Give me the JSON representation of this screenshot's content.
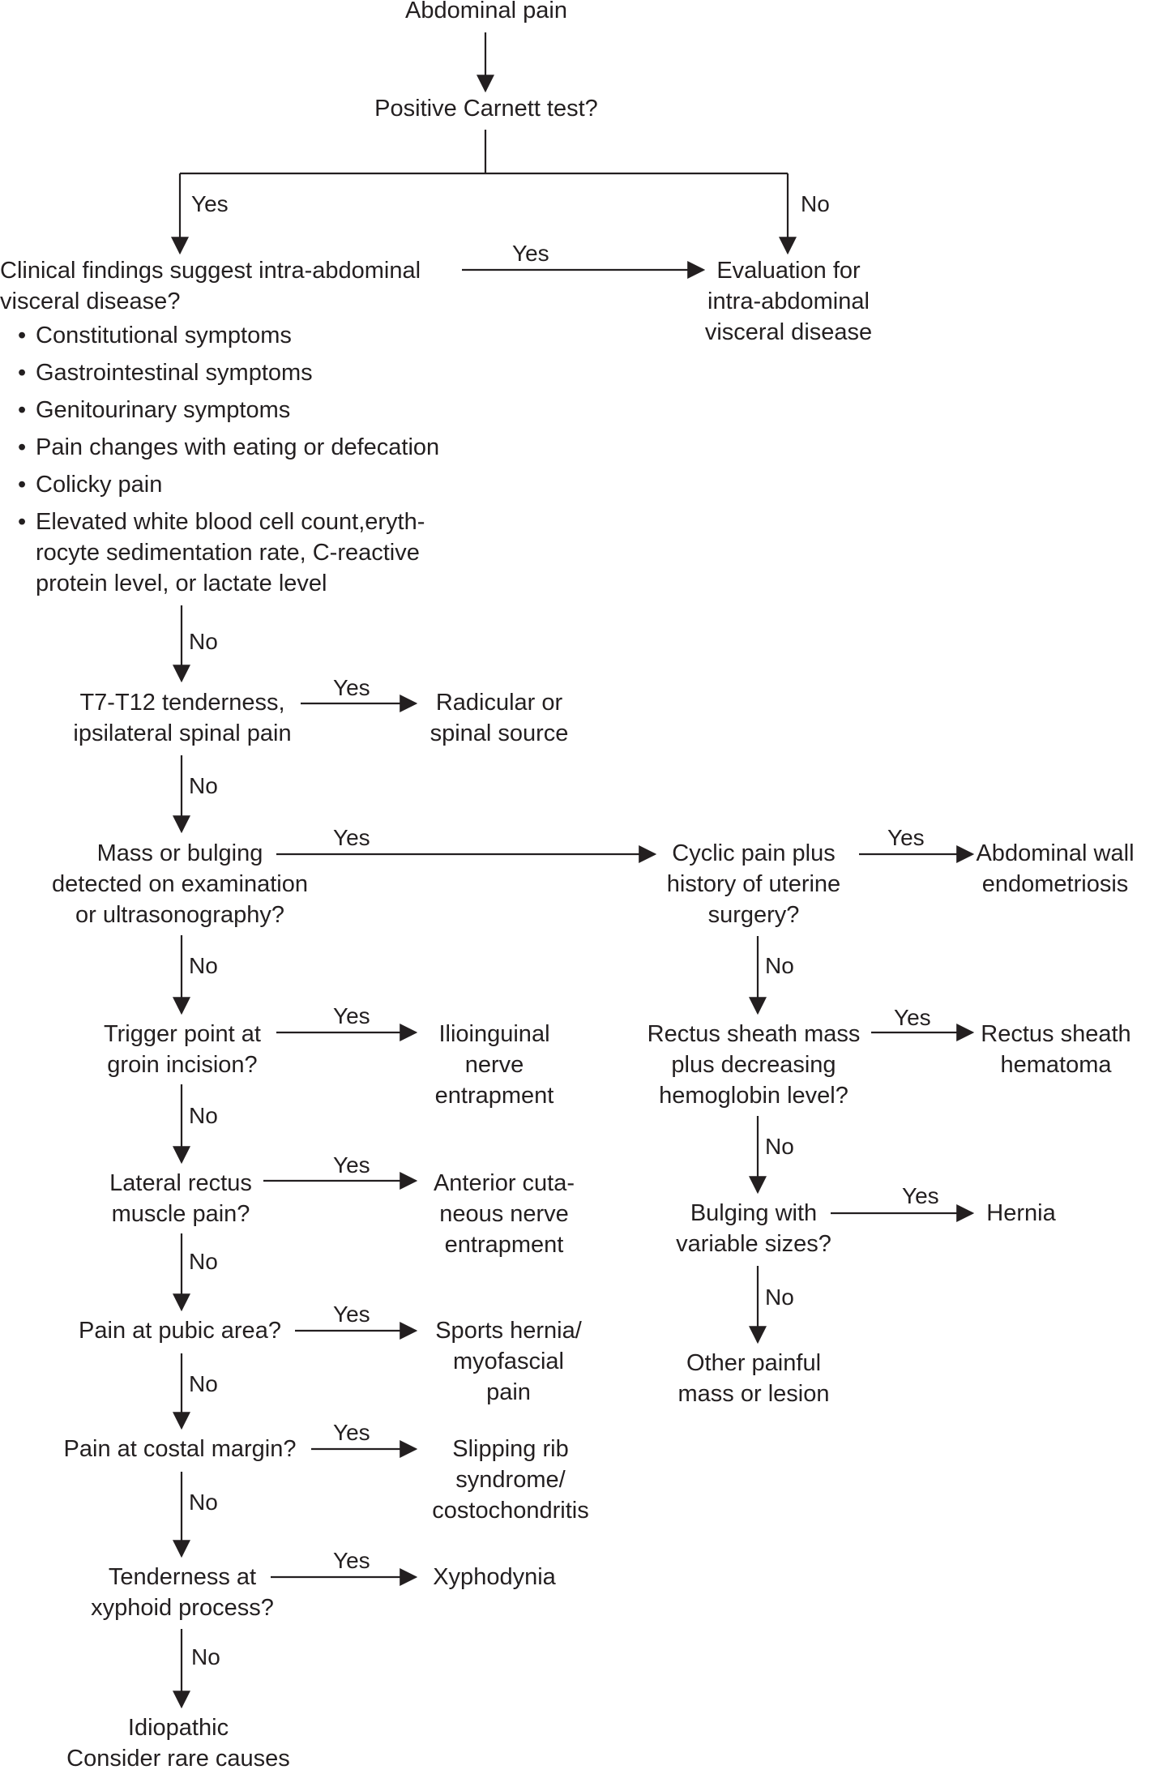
{
  "nodes": {
    "start": "Abdominal pain",
    "carnett": "Positive Carnett test?",
    "clinical_q": [
      "Clinical findings suggest intra-abdominal",
      "visceral disease?"
    ],
    "clinical_list": [
      "Constitutional symptoms",
      "Gastrointestinal symptoms",
      "Genitourinary symptoms",
      "Pain changes with eating or defecation",
      "Colicky pain",
      "Elevated white blood cell count,eryth-\nrocyte sedimentation rate, C-reactive\nprotein level, or lactate level"
    ],
    "evaluation": [
      "Evaluation for",
      "intra-abdominal",
      "visceral disease"
    ],
    "t7": [
      "T7-T12 tenderness,",
      "ipsilateral spinal pain"
    ],
    "radicular": [
      "Radicular or",
      "spinal source"
    ],
    "mass": [
      "Mass or bulging",
      "detected on examination",
      "or ultrasonography?"
    ],
    "cyclic": [
      "Cyclic pain plus",
      "history of uterine",
      "surgery?"
    ],
    "endometriosis": [
      "Abdominal wall",
      "endometriosis"
    ],
    "trigger": [
      "Trigger point at",
      "groin incision?"
    ],
    "ilioinguinal": [
      "Ilioinguinal",
      "nerve",
      "entrapment"
    ],
    "rectus_mass": [
      "Rectus sheath mass",
      "plus decreasing",
      "hemoglobin level?"
    ],
    "rectus_hematoma": [
      "Rectus sheath",
      "hematoma"
    ],
    "lateral": [
      "Lateral rectus",
      "muscle pain?"
    ],
    "anterior": [
      "Anterior cuta-",
      "neous nerve",
      "entrapment"
    ],
    "bulging": [
      "Bulging with",
      "variable sizes?"
    ],
    "hernia": "Hernia",
    "pubic": "Pain at pubic area?",
    "sports": [
      "Sports hernia/",
      "myofascial",
      "pain"
    ],
    "other_mass": [
      "Other painful",
      "mass or lesion"
    ],
    "costal": "Pain at costal margin?",
    "slipping": [
      "Slipping rib",
      "syndrome/",
      "costochondritis"
    ],
    "xiphoid_q": [
      "Tenderness at",
      "xyphoid process?"
    ],
    "xyphodynia": "Xyphodynia",
    "idiopathic": [
      "Idiopathic",
      "Consider rare causes"
    ]
  },
  "labels": {
    "yes": "Yes",
    "no": "No"
  },
  "colors": {
    "line": "#231f20",
    "text": "#231f20",
    "background": "#ffffff"
  }
}
